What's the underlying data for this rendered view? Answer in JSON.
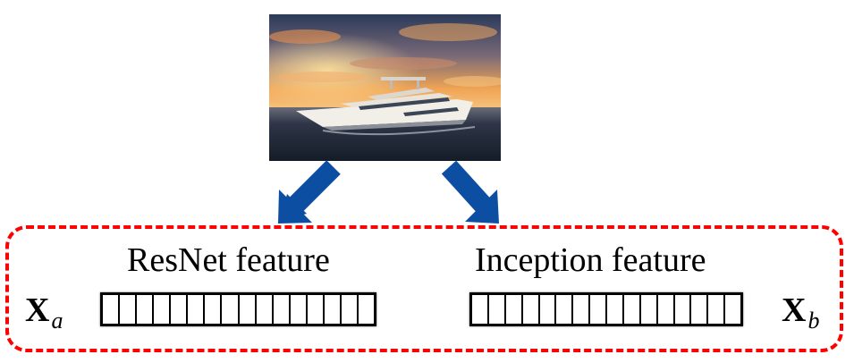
{
  "image": {
    "alt": ""
  },
  "labels": {
    "resnet": "ResNet feature",
    "inception": "Inception feature"
  },
  "vars": {
    "a": {
      "base": "X",
      "sub": "a"
    },
    "b": {
      "base": "X",
      "sub": "b"
    }
  },
  "vectors": {
    "cells": 16
  },
  "colors": {
    "frame": "#ff0000",
    "arrow": "#0b4ea2",
    "sky_top": "#2a3550",
    "sky_horizon": "#f0a454",
    "sea": "#1f2a3a"
  }
}
